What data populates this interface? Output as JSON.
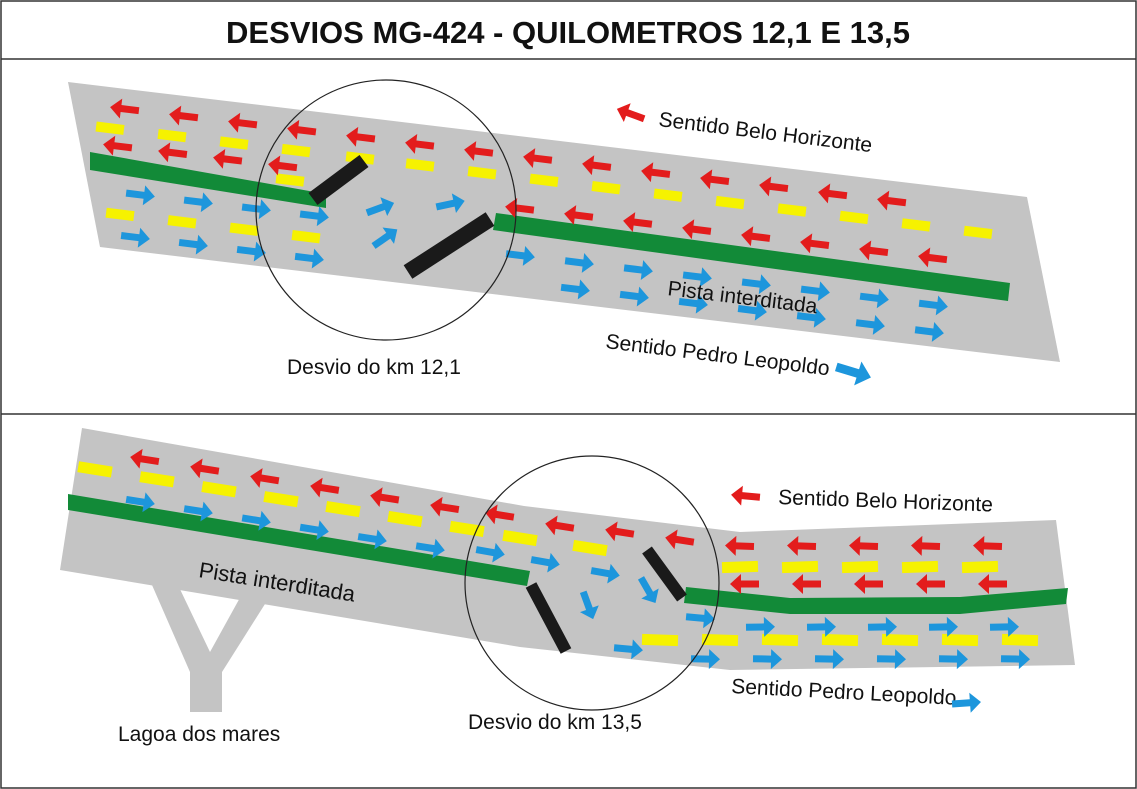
{
  "title": "DESVIOS MG-424 - QUILOMETROS 12,1 E 13,5",
  "colors": {
    "road": "#c4c4c4",
    "median_green": "#128a38",
    "lane_yellow": "#f6f200",
    "arrow_red": "#e31c1c",
    "arrow_blue": "#1d96dc",
    "barrier": "#1a1a1a"
  },
  "top_panel": {
    "direction_bh": "Sentido Belo Horizonte",
    "closed_road": "Pista interditada",
    "direction_pl": "Sentido Pedro Leopoldo",
    "detour_label": "Desvio do km 12,1"
  },
  "bottom_panel": {
    "direction_bh": "Sentido Belo Horizonte",
    "closed_road": "Pista interditada",
    "direction_pl": "Sentido Pedro Leopoldo",
    "detour_label": "Desvio do km 13,5",
    "side_road": "Lagoa dos mares"
  }
}
